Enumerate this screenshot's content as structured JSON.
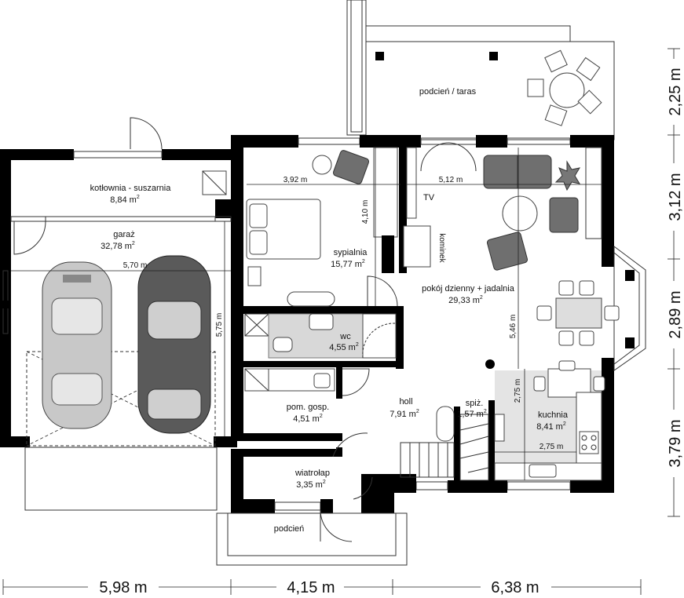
{
  "rooms": {
    "terrace": "podcień / taras",
    "boiler": "kotłownia - suszarnia",
    "boiler_area": "8,84 m",
    "garage": "garaż",
    "garage_area": "32,78 m",
    "bedroom": "sypialnia",
    "bedroom_area": "15,77 m",
    "living": "pokój dzienny + jadalnia",
    "living_area": "29,33 m",
    "wc": "wc",
    "wc_area": "4,55 m",
    "utility": "pom. gosp.",
    "utility_area": "4,51 m",
    "hall": "holl",
    "hall_area": "7,91 m",
    "pantry": "spiż.",
    "pantry_area": "1,57 m",
    "kitchen": "kuchnia",
    "kitchen_area": "8,41 m",
    "vestibule": "wiatrołap",
    "vestibule_area": "3,35 m",
    "porch": "podcień",
    "sq": "2"
  },
  "labels": {
    "tv": "TV",
    "fireplace": "kominek"
  },
  "dims": {
    "garage_width": "5,70 m",
    "garage_depth": "5,75 m",
    "bedroom_width": "3,92 m",
    "bedroom_depth": "4,10 m",
    "living_width": "5,12 m",
    "living_depth": "5,46 m",
    "kitchen_depth": "2,75 m",
    "kitchen_width": "2,75 m"
  },
  "overall": {
    "bottom": [
      "5,98 m",
      "4,15 m",
      "6,38 m"
    ],
    "right": [
      "2,25 m",
      "3,12 m",
      "2,89 m",
      "3,79 m"
    ]
  }
}
